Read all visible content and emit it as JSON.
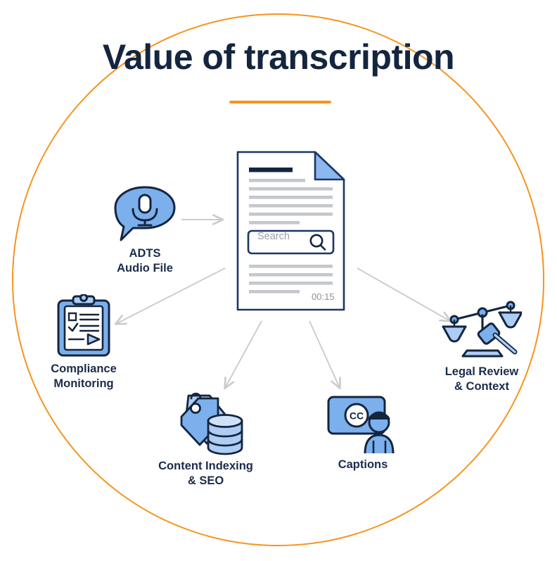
{
  "page": {
    "title": "Value of transcription",
    "background_color": "#ffffff",
    "accent_orange": "#f7941e",
    "navy": "#14253f",
    "icon_blue": "#7cb0ec",
    "icon_blue_light": "#aecdf4",
    "arrow_gray": "#c9ccd1"
  },
  "ring": {
    "name": "orange-circle-outline",
    "color": "#f7941e"
  },
  "document": {
    "name": "transcript-document",
    "search_placeholder": "Search",
    "timestamp": "00:15",
    "folded_corner": true,
    "search_icon": "magnifier-icon",
    "title_bar_color": "#14253f",
    "line_color": "#c4c7cc"
  },
  "nodes": [
    {
      "id": "adts-audio-file",
      "icon": "microphone-speech-bubble-icon",
      "label": "ADTS\nAudio File"
    },
    {
      "id": "compliance-monitoring",
      "icon": "clipboard-checklist-icon",
      "label": "Compliance\nMonitoring"
    },
    {
      "id": "content-indexing-seo",
      "icon": "tags-database-icon",
      "label": "Content Indexing\n& SEO"
    },
    {
      "id": "captions",
      "icon": "closed-caption-screen-person-icon",
      "label": "Captions"
    },
    {
      "id": "legal-review-context",
      "icon": "scales-gavel-icon",
      "label": "Legal Review\n& Context"
    }
  ],
  "arrows": [
    {
      "name": "arrow-audio-to-document",
      "from": "adts-audio-file",
      "to": "transcript-document"
    },
    {
      "name": "arrow-document-to-compliance",
      "from": "transcript-document",
      "to": "compliance-monitoring"
    },
    {
      "name": "arrow-document-to-content-indexing",
      "from": "transcript-document",
      "to": "content-indexing-seo"
    },
    {
      "name": "arrow-document-to-captions",
      "from": "transcript-document",
      "to": "captions"
    },
    {
      "name": "arrow-document-to-legal-review",
      "from": "transcript-document",
      "to": "legal-review-context"
    }
  ]
}
